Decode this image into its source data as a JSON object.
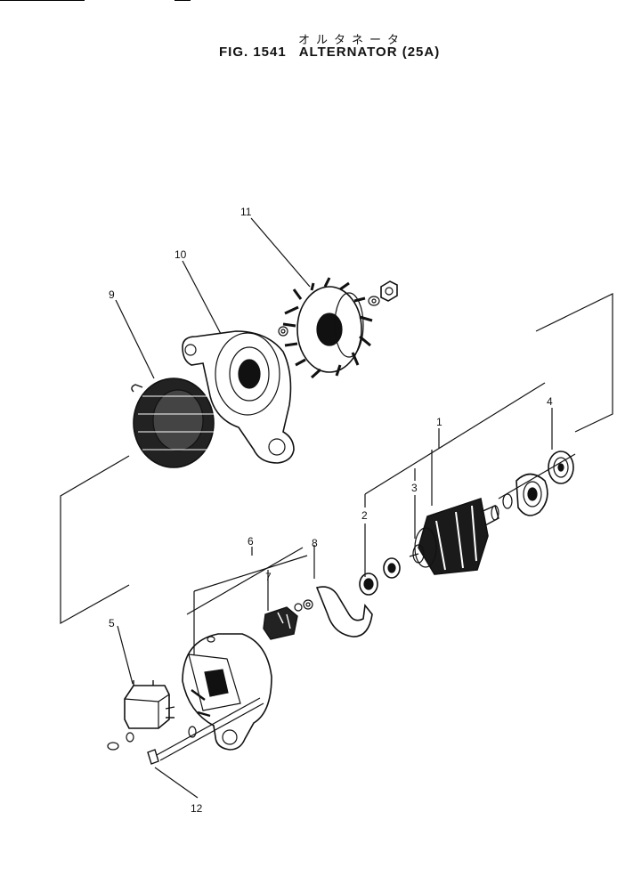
{
  "header": {
    "title_jp": "オルタネータ",
    "fig_number": "FIG. 1541",
    "title": "ALTERNATOR (25A)"
  },
  "callouts": [
    {
      "id": "1",
      "label": "1"
    },
    {
      "id": "2",
      "label": "2"
    },
    {
      "id": "3",
      "label": "3"
    },
    {
      "id": "4",
      "label": "4"
    },
    {
      "id": "5",
      "label": "5"
    },
    {
      "id": "6",
      "label": "6"
    },
    {
      "id": "7",
      "label": "7"
    },
    {
      "id": "8",
      "label": "8"
    },
    {
      "id": "9",
      "label": "9"
    },
    {
      "id": "10",
      "label": "10"
    },
    {
      "id": "11",
      "label": "11"
    },
    {
      "id": "12",
      "label": "12"
    }
  ]
}
